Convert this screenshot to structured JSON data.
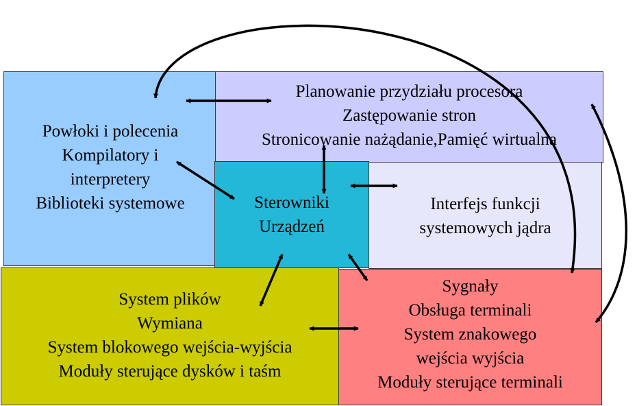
{
  "colors": {
    "shells": "#99ccff",
    "scheduling": "#ccccff",
    "drivers": "#24b8d8",
    "interface": "#e7e7fb",
    "filesystem": "#cccc00",
    "signals": "#ff8080",
    "arrow": "#000000"
  },
  "boxes": {
    "shells": {
      "lines": [
        "Powłoki i polecenia",
        "Kompilatory i",
        "interpretery",
        "Biblioteki systemowe"
      ]
    },
    "scheduling": {
      "lines": [
        "Planowanie przydziału procesora",
        "Zastępowanie stron",
        "Stronicowanie nażądanie,Pamięć wirtualna"
      ]
    },
    "drivers": {
      "lines": [
        "Sterowniki",
        "Urządzeń"
      ]
    },
    "interface": {
      "lines": [
        "Interfejs funkcji",
        "systemowych jądra"
      ]
    },
    "filesystem": {
      "lines": [
        "System plików",
        "Wymiana",
        "System blokowego wejścia-wyjścia",
        "Moduły sterujące dysków i taśm"
      ]
    },
    "signals": {
      "lines": [
        "Sygnały",
        "Obsługa terminali",
        "System znakowego",
        "wejścia wyjścia",
        "Moduły sterujące terminali"
      ]
    }
  }
}
